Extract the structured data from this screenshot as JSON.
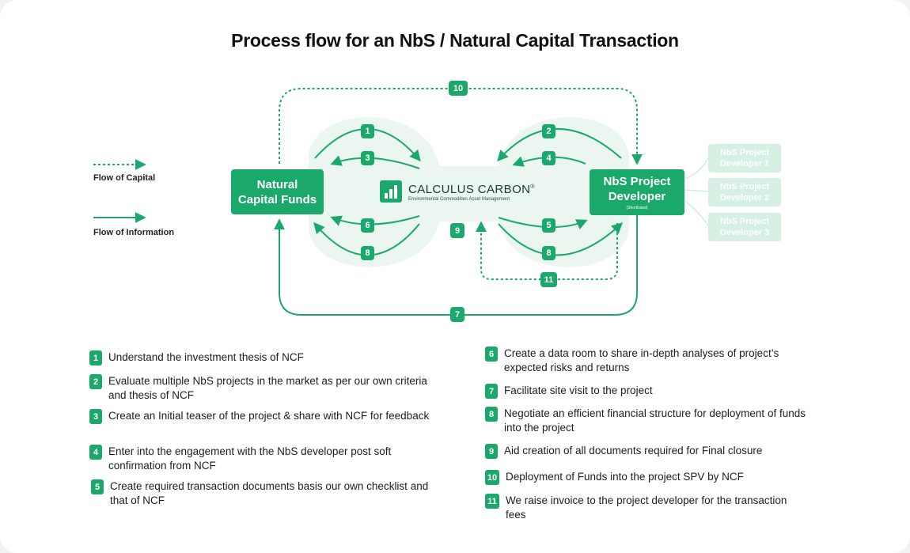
{
  "title": "Process flow for an NbS / Natural Capital Transaction",
  "legend": {
    "capital": "Flow of Capital",
    "information": "Flow of Information"
  },
  "nodes": {
    "ncf": {
      "line1": "Natural",
      "line2": "Capital Funds"
    },
    "developer": {
      "line1": "NbS Project",
      "line2": "Developer",
      "note": "(Shortlisted)"
    },
    "center": {
      "name": "CALCULUS CARBON",
      "mark": "®",
      "tagline": "Environmental Commodities Asset Management"
    }
  },
  "ghost_developers": [
    {
      "line1": "NbS Project",
      "line2": "Developer 1"
    },
    {
      "line1": "NbS Project",
      "line2": "Developer 2"
    },
    {
      "line1": "NbS Project",
      "line2": "Developer 3"
    }
  ],
  "flow_badges": [
    "1",
    "3",
    "6",
    "8",
    "2",
    "4",
    "5",
    "8",
    "9",
    "10",
    "11",
    "7"
  ],
  "steps_left": [
    {
      "num": "1",
      "text": "Understand the investment thesis of NCF"
    },
    {
      "num": "2",
      "text": "Evaluate multiple NbS projects in the market as per our own criteria and thesis of NCF"
    },
    {
      "num": "3",
      "text": "Create an Initial teaser of the project & share with NCF for feedback"
    },
    {
      "num": "4",
      "text": "Enter into the engagement with the NbS developer post soft confirmation from NCF"
    },
    {
      "num": "5",
      "text": "Create required transaction documents basis our own checklist and that of NCF"
    }
  ],
  "steps_right": [
    {
      "num": "6",
      "text": "Create a data room to share in-depth analyses of project’s expected risks and returns"
    },
    {
      "num": "7",
      "text": "Facilitate site visit to the project"
    },
    {
      "num": "8",
      "text": "Negotiate an efficient financial structure for deployment of funds into the project"
    },
    {
      "num": "9",
      "text": "Aid creation of all documents required for Final closure"
    },
    {
      "num": "10",
      "text": "Deployment of Funds into the project SPV by NCF"
    },
    {
      "num": "11",
      "text": "We raise invoice to the project developer for the transaction fees"
    }
  ],
  "colors": {
    "accent": "#1aa86b",
    "hub_fill": "#eaf6ef",
    "ghost": "#d6f1e3"
  }
}
